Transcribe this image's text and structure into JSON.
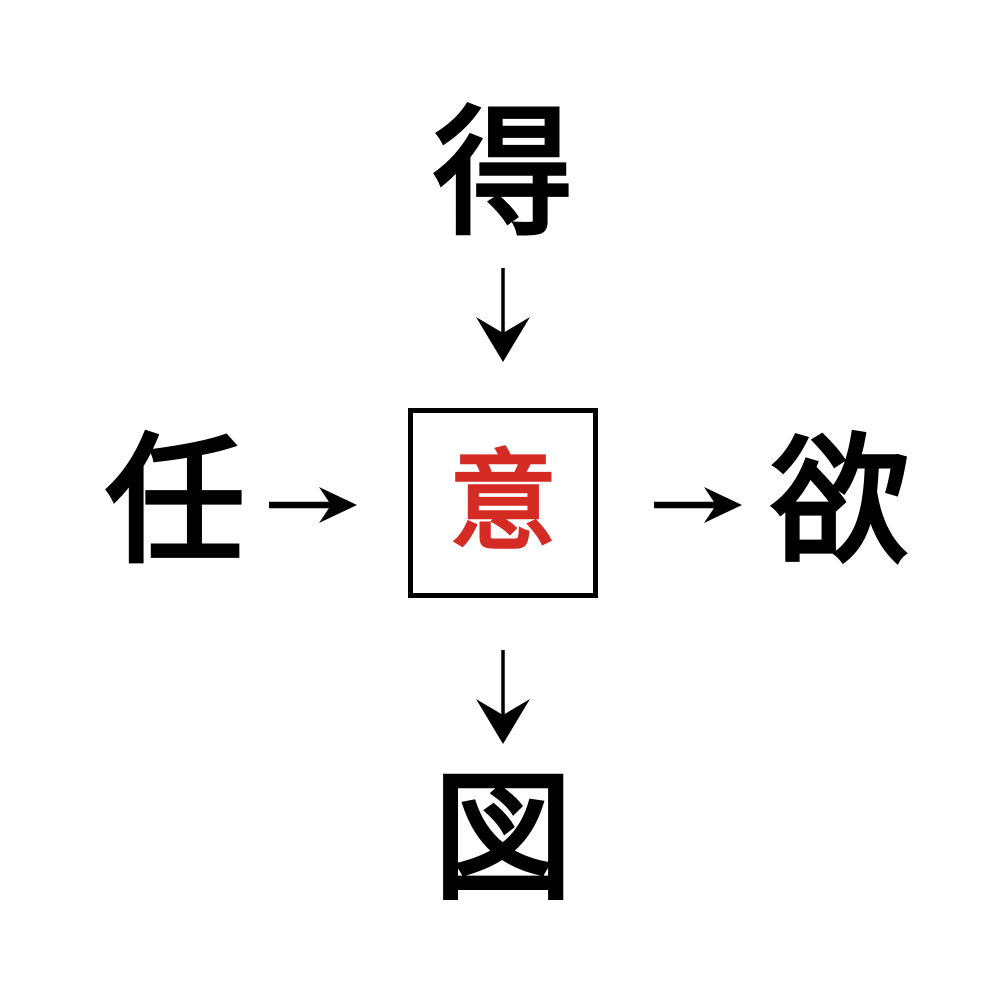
{
  "diagram": {
    "type": "radial-relation-diagram",
    "background_color": "#ffffff",
    "center": {
      "character": "意",
      "color": "#d42b24",
      "boxed": true,
      "box_border_color": "#000000",
      "box_fill_color": "#ffffff"
    },
    "nodes": [
      {
        "position": "top",
        "character": "得",
        "color": "#000000"
      },
      {
        "position": "left",
        "character": "任",
        "color": "#000000"
      },
      {
        "position": "right",
        "character": "欲",
        "color": "#000000"
      },
      {
        "position": "bottom",
        "character": "図",
        "color": "#000000"
      }
    ],
    "arrows": [
      {
        "name": "arrow-top-to-center",
        "from": "得",
        "to": "意",
        "direction": "down",
        "glyph": "↓"
      },
      {
        "name": "arrow-left-to-center",
        "from": "任",
        "to": "意",
        "direction": "right",
        "glyph": "→"
      },
      {
        "name": "arrow-center-to-right",
        "from": "意",
        "to": "欲",
        "direction": "right",
        "glyph": "→"
      },
      {
        "name": "arrow-center-to-bottom",
        "from": "意",
        "to": "図",
        "direction": "down",
        "glyph": "↓"
      }
    ]
  }
}
